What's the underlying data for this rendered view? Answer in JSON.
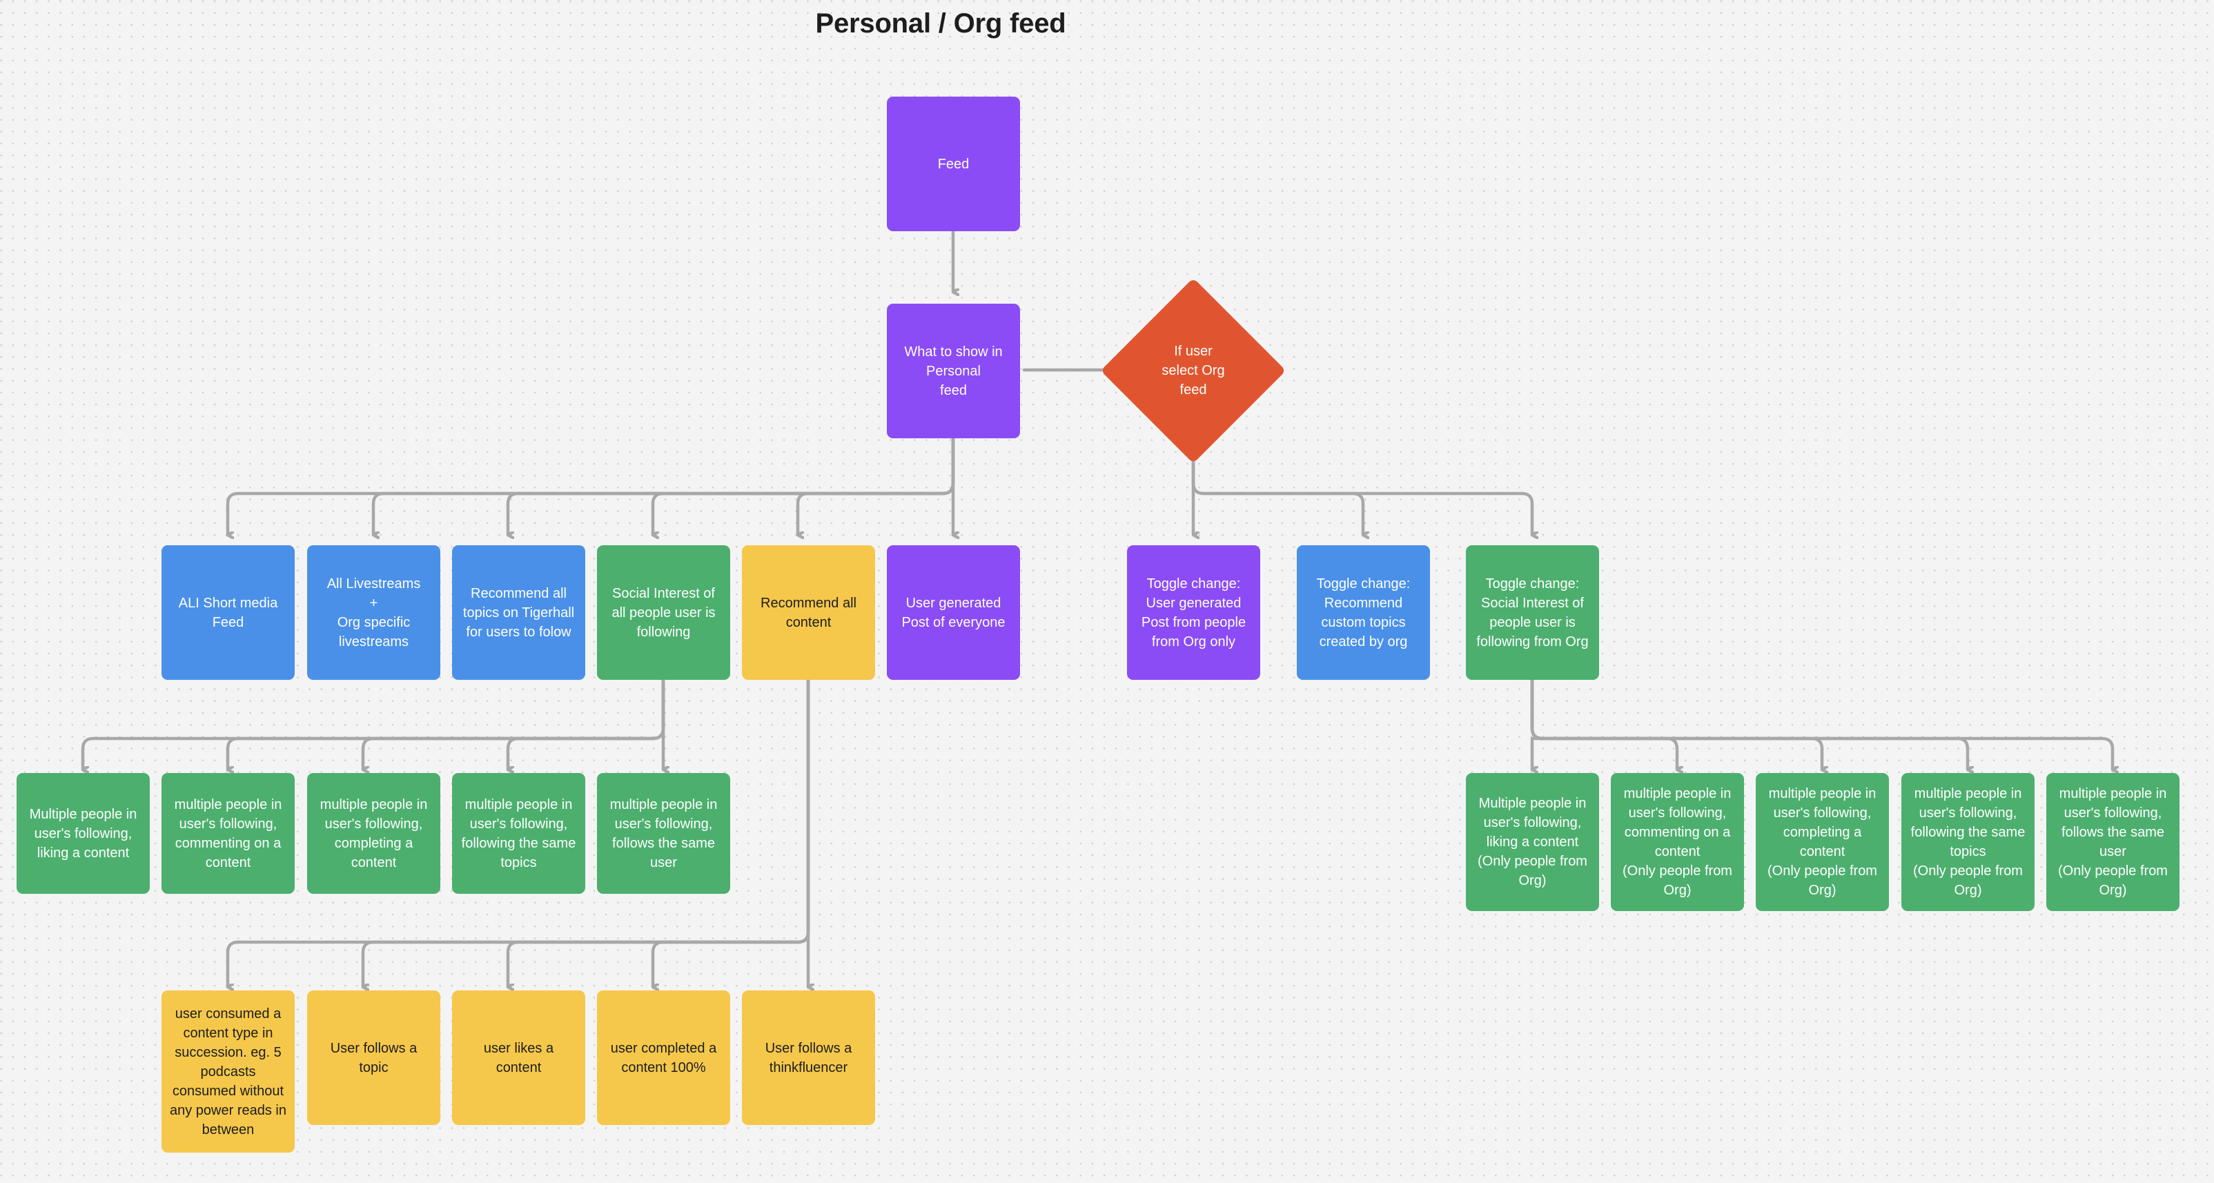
{
  "title": "Personal / Org feed",
  "colors": {
    "background": "#f4f4f4",
    "dot": "#cfcfcf",
    "purple": "#8b4cf5",
    "blue": "#4a90e8",
    "green": "#4caf6e",
    "yellow": "#f5c84c",
    "red": "#e0552f",
    "connector": "#a8a8a8",
    "text_light": "#ffffff",
    "text_dark": "#1d1d1d"
  },
  "nodes": {
    "feed": "Feed",
    "what_to_show": "What to show in\nPersonal\nfeed",
    "if_user_select_org": "If user\nselect Org\nfeed",
    "personal_children": [
      "ALI Short media\nFeed",
      "All Livestreams\n+\nOrg specific\nlivestreams",
      "Recommend all\ntopics on Tigerhall\nfor users to folow",
      "Social Interest of\nall people user is\nfollowing",
      "Recommend all\ncontent",
      "User generated\nPost of everyone"
    ],
    "org_children": [
      "Toggle change:\nUser generated\nPost from people\nfrom Org only",
      "Toggle change:\nRecommend\ncustom topics\ncreated by org",
      "Toggle change:\nSocial Interest of\npeople user is\nfollowing from Org"
    ],
    "social_interest_children": [
      "Multiple people in\nuser's following,\nliking a content",
      "multiple people in\nuser's following,\ncommenting on a\ncontent",
      "multiple people in\nuser's following,\ncompleting a\ncontent",
      "multiple people in\nuser's following,\nfollowing the same\ntopics",
      "multiple people in\nuser's following,\nfollows the same\nuser"
    ],
    "org_social_children": [
      "Multiple people in\nuser's following,\nliking a content\n(Only people from\nOrg)",
      "multiple people in\nuser's following,\ncommenting on a\ncontent\n(Only people from\nOrg)",
      "multiple people in\nuser's following,\ncompleting a\ncontent\n(Only people from\nOrg)",
      "multiple people in\nuser's following,\nfollowing the same\ntopics\n(Only people from\nOrg)",
      "multiple people in\nuser's following,\nfollows the same\nuser\n(Only people from\nOrg)"
    ],
    "recommend_children": [
      "user consumed a\ncontent type in\nsuccession. eg. 5\npodcasts\nconsumed without\nany power reads in\nbetween",
      "User follows a\ntopic",
      "user likes a\ncontent",
      "user completed a\ncontent 100%",
      "User follows a\nthinkfluencer"
    ]
  }
}
